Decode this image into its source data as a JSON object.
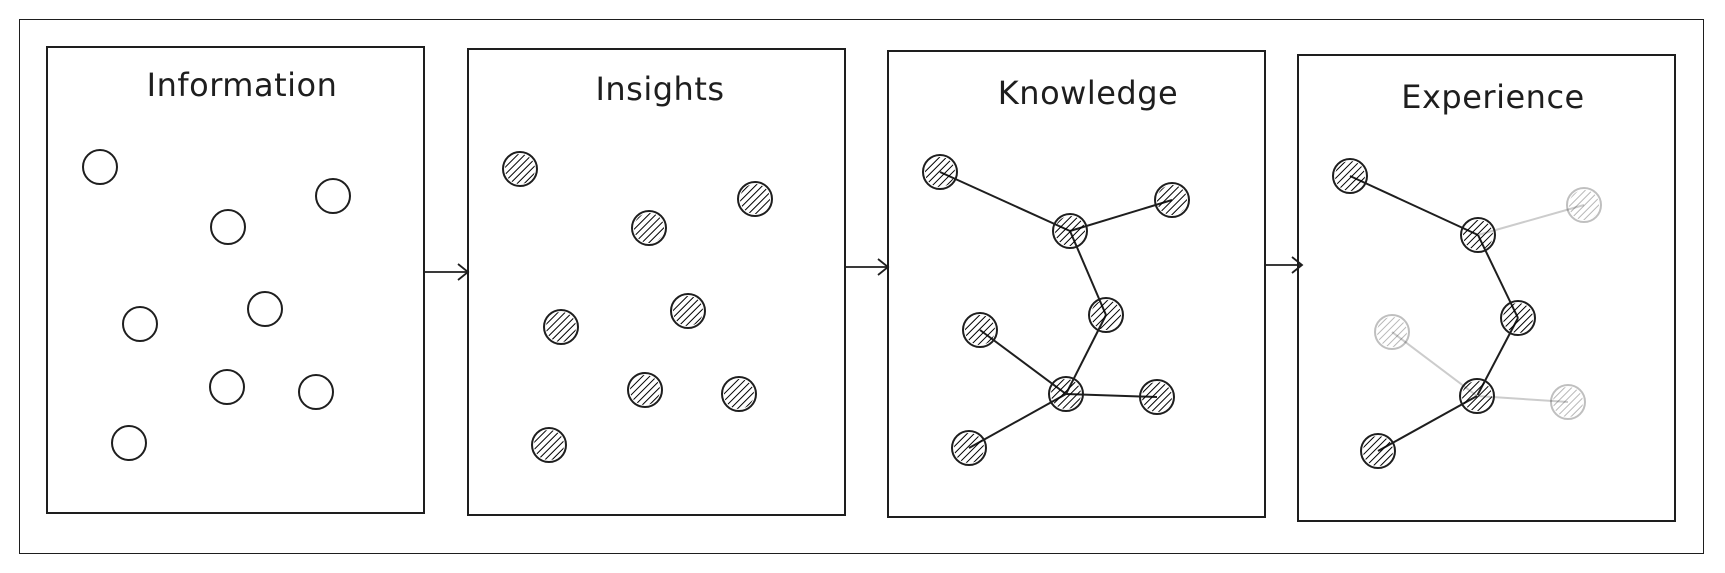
{
  "panels": [
    {
      "title": "Information",
      "nodes": [
        {
          "color": "none"
        },
        {
          "color": "none"
        },
        {
          "color": "none"
        },
        {
          "color": "none"
        },
        {
          "color": "none"
        },
        {
          "color": "none"
        },
        {
          "color": "none"
        },
        {
          "color": "none"
        }
      ]
    },
    {
      "title": "Insights",
      "nodes": [
        {
          "color": "#f2b24a"
        },
        {
          "color": "#e03131"
        },
        {
          "color": "#3b5bdb"
        },
        {
          "color": "#e8590c"
        },
        {
          "color": "#099268"
        },
        {
          "color": "#aaaaaa"
        },
        {
          "color": "#0c8599"
        },
        {
          "color": "#ae3ec9"
        }
      ]
    },
    {
      "title": "Knowledge",
      "nodes": [
        {
          "color": "#f2b24a"
        },
        {
          "color": "#3b5bdb"
        },
        {
          "color": "#e03131"
        },
        {
          "color": "#099268"
        },
        {
          "color": "#e8590c"
        },
        {
          "color": "#aaaaaa"
        },
        {
          "color": "#0c8599"
        },
        {
          "color": "#ae3ec9"
        }
      ]
    },
    {
      "title": "Experience",
      "nodes": [
        {
          "color": "#f2b24a"
        },
        {
          "color": "#3b5bdb"
        },
        {
          "color": "#e03131",
          "faded": true
        },
        {
          "color": "#099268"
        },
        {
          "color": "#e8590c",
          "faded": true
        },
        {
          "color": "#aaaaaa"
        },
        {
          "color": "#0c8599",
          "faded": true
        },
        {
          "color": "#ae3ec9"
        }
      ]
    }
  ],
  "colors": {
    "stroke": "#1e1e1e",
    "faded_stroke": "#cccccc"
  }
}
